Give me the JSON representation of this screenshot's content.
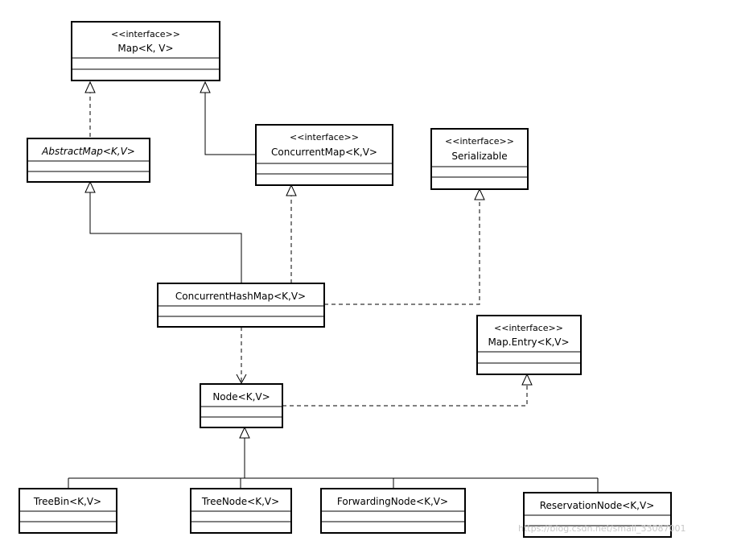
{
  "classes": {
    "map": {
      "stereotype": "<<interface>>",
      "name": "Map<K, V>"
    },
    "abstract_map": {
      "name": "AbstractMap<K,V>"
    },
    "concurrent_map": {
      "stereotype": "<<interface>>",
      "name": "ConcurrentMap<K,V>"
    },
    "serializable": {
      "stereotype": "<<interface>>",
      "name": "Serializable"
    },
    "concurrent_hash_map": {
      "name": "ConcurrentHashMap<K,V>"
    },
    "map_entry": {
      "stereotype": "<<interface>>",
      "name": "Map.Entry<K,V>"
    },
    "node": {
      "name": "Node<K,V>"
    },
    "tree_bin": {
      "name": "TreeBin<K,V>"
    },
    "tree_node": {
      "name": "TreeNode<K,V>"
    },
    "forwarding_node": {
      "name": "ForwardingNode<K,V>"
    },
    "reservation_node": {
      "name": "ReservationNode<K,V>"
    }
  },
  "watermark": "https://blog.csdn.net/small_33087001"
}
